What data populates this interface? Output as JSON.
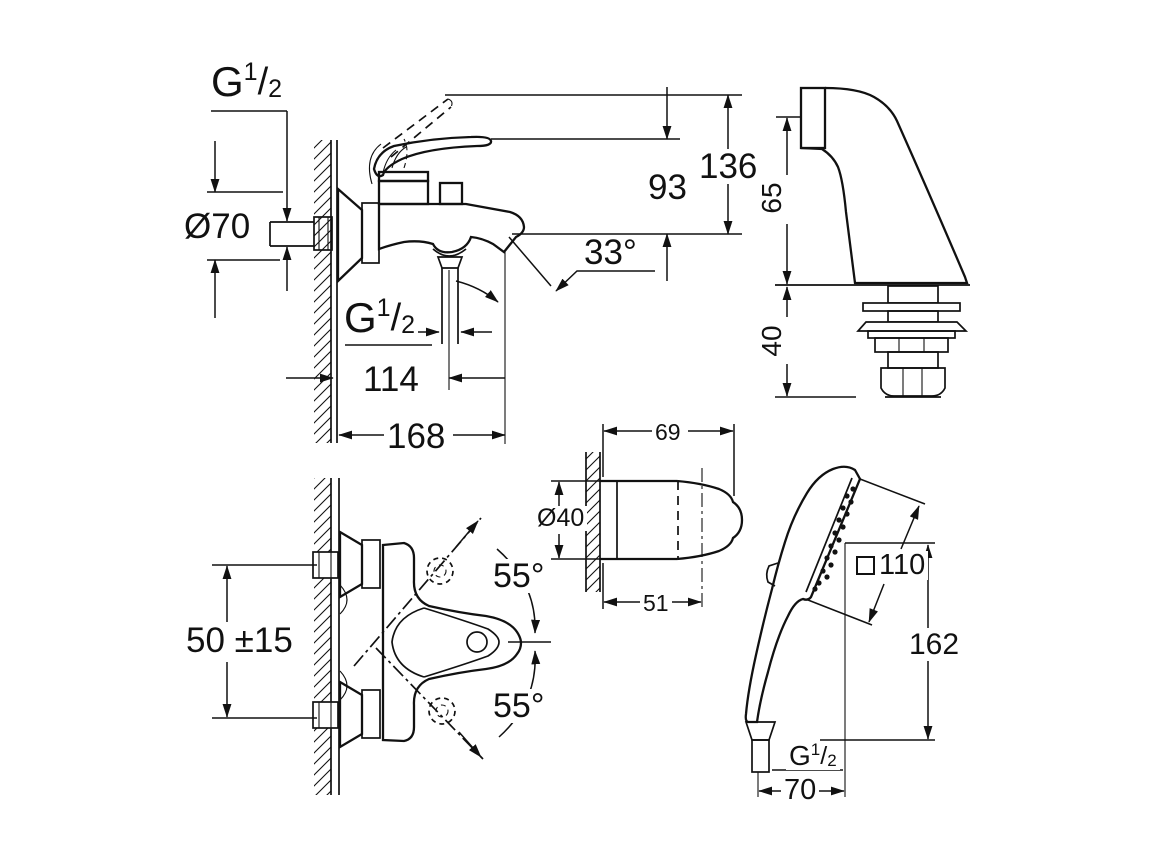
{
  "frac": {
    "base": "G",
    "num": "1",
    "slash": "/",
    "den": "2"
  },
  "side_view": {
    "lever_height": "136",
    "spout_height": "93",
    "spout_angle": "33°",
    "flange_diameter": "Ø70",
    "outlet_distance": "114",
    "total_projection": "168"
  },
  "deck_holder": {
    "height_above": "65",
    "height_below": "40"
  },
  "wall_bracket": {
    "projection": "69",
    "diameter": "Ø40",
    "to_center": "51"
  },
  "front_view": {
    "offset": "50 ±15",
    "swivel_top": "55°",
    "swivel_bottom": "55°"
  },
  "hand_shower": {
    "face_size": "110",
    "length": "162",
    "hose_offset": "70"
  }
}
